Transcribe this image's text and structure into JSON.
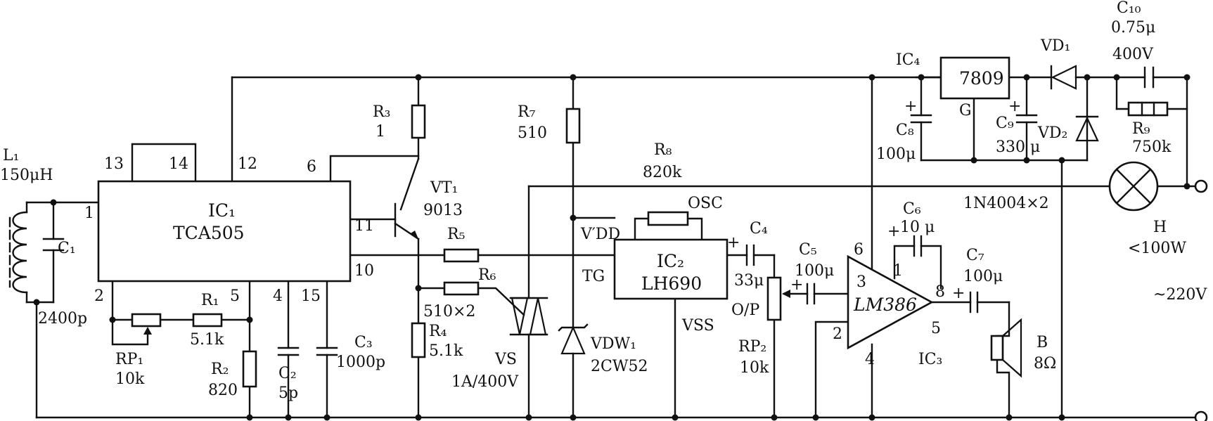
{
  "circuit": {
    "l1": {
      "name": "L₁",
      "value": "150μH"
    },
    "c1": {
      "name": "C₁",
      "value": "2400p"
    },
    "ic1": {
      "name": "IC₁",
      "part": "TCA505",
      "pins": {
        "p1": "1",
        "p2": "2",
        "p4": "4",
        "p5": "5",
        "p6": "6",
        "p10": "10",
        "p11": "11",
        "p12": "12",
        "p13": "13",
        "p14": "14",
        "p15": "15"
      }
    },
    "rp1": {
      "name": "RP₁",
      "value": "10k"
    },
    "r1": {
      "name": "R₁",
      "value": "5.1k"
    },
    "r2": {
      "name": "R₂",
      "value": "820"
    },
    "c2": {
      "name": "C₂",
      "value": "5p"
    },
    "c3": {
      "name": "C₃",
      "value": "1000p"
    },
    "r3": {
      "name": "R₃",
      "value": "1"
    },
    "vt1": {
      "name": "VT₁",
      "value": "9013"
    },
    "r4": {
      "name": "R₄",
      "value": "5.1k"
    },
    "r5": {
      "name": "R₅"
    },
    "r6": {
      "name": "R₆",
      "value": "510×2"
    },
    "r7": {
      "name": "R₇",
      "value": "510"
    },
    "r8": {
      "name": "R₈",
      "value": "820k"
    },
    "vs": {
      "name": "VS",
      "value": "1A/400V"
    },
    "vdw1": {
      "name": "VDW₁",
      "value": "2CW52"
    },
    "ic2": {
      "name": "IC₂",
      "part": "LH690",
      "pins": {
        "vdd": "V′DD",
        "osc": "OSC",
        "tg": "TG",
        "vss": "VSS",
        "op": "O/P"
      }
    },
    "c4": {
      "name": "C₄",
      "value": "33μ"
    },
    "c5": {
      "name": "C₅",
      "value": "100μ"
    },
    "rp2": {
      "name": "RP₂",
      "value": "10k"
    },
    "ic3": {
      "name": "IC₃",
      "part": "LM386",
      "pins": {
        "p1": "1",
        "p2": "2",
        "p3": "3",
        "p4": "4",
        "p5": "5",
        "p6": "6",
        "p8": "8"
      }
    },
    "c6": {
      "name": "C₆",
      "value": "10 μ"
    },
    "c7": {
      "name": "C₇",
      "value": "100μ"
    },
    "speaker": {
      "name": "B",
      "value": "8Ω"
    },
    "ic4": {
      "name": "IC₄",
      "part": "7809",
      "gnd": "G"
    },
    "c8": {
      "name": "C₈",
      "value": "100μ"
    },
    "c9": {
      "name": "C₉",
      "value": "330 μ"
    },
    "vd1": {
      "name": "VD₁"
    },
    "vd2": {
      "name": "VD₂"
    },
    "diodes": "1N4004×2",
    "c10": {
      "name": "C₁₀",
      "value": "0.75μ",
      "rating": "400V"
    },
    "r9": {
      "name": "R₉",
      "value": "750k"
    },
    "lamp": {
      "name": "H",
      "rating": "<100W"
    },
    "mains": "~220V",
    "plus": "+"
  }
}
